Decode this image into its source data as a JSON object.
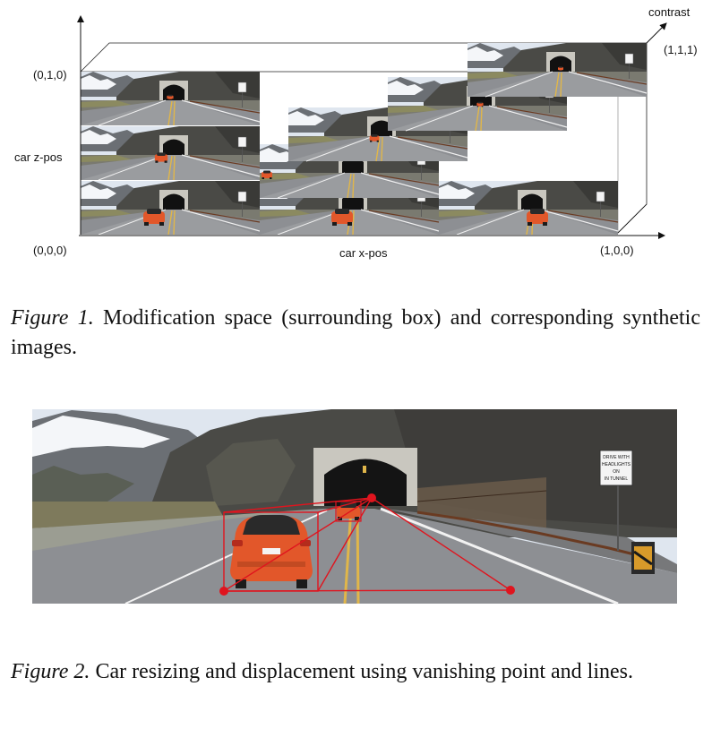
{
  "figure1": {
    "axes": {
      "x_label": "car x-pos",
      "z_label": "car z-pos",
      "depth_label": "contrast"
    },
    "corners": {
      "origin": "(0,0,0)",
      "z_top": "(0,1,0)",
      "x_end": "(1,0,0)",
      "far_corner": "(1,1,1)"
    },
    "caption_label": "Figure 1.",
    "caption_text": " Modification space (surrounding box) and corresponding synthetic images."
  },
  "figure2": {
    "sign_lines": [
      "DRIVE WITH",
      "HEADLIGHTS",
      "ON",
      "IN TUNNEL"
    ],
    "caption_label": "Figure 2.",
    "caption_text": " Car resizing and displacement using vanishing point and lines."
  },
  "colors": {
    "vanishing_lines": "#e0141e",
    "car_body": "#e2572a",
    "sky": "#dfe6ef",
    "rock": "#4a4a46",
    "road": "#8d8f93"
  }
}
